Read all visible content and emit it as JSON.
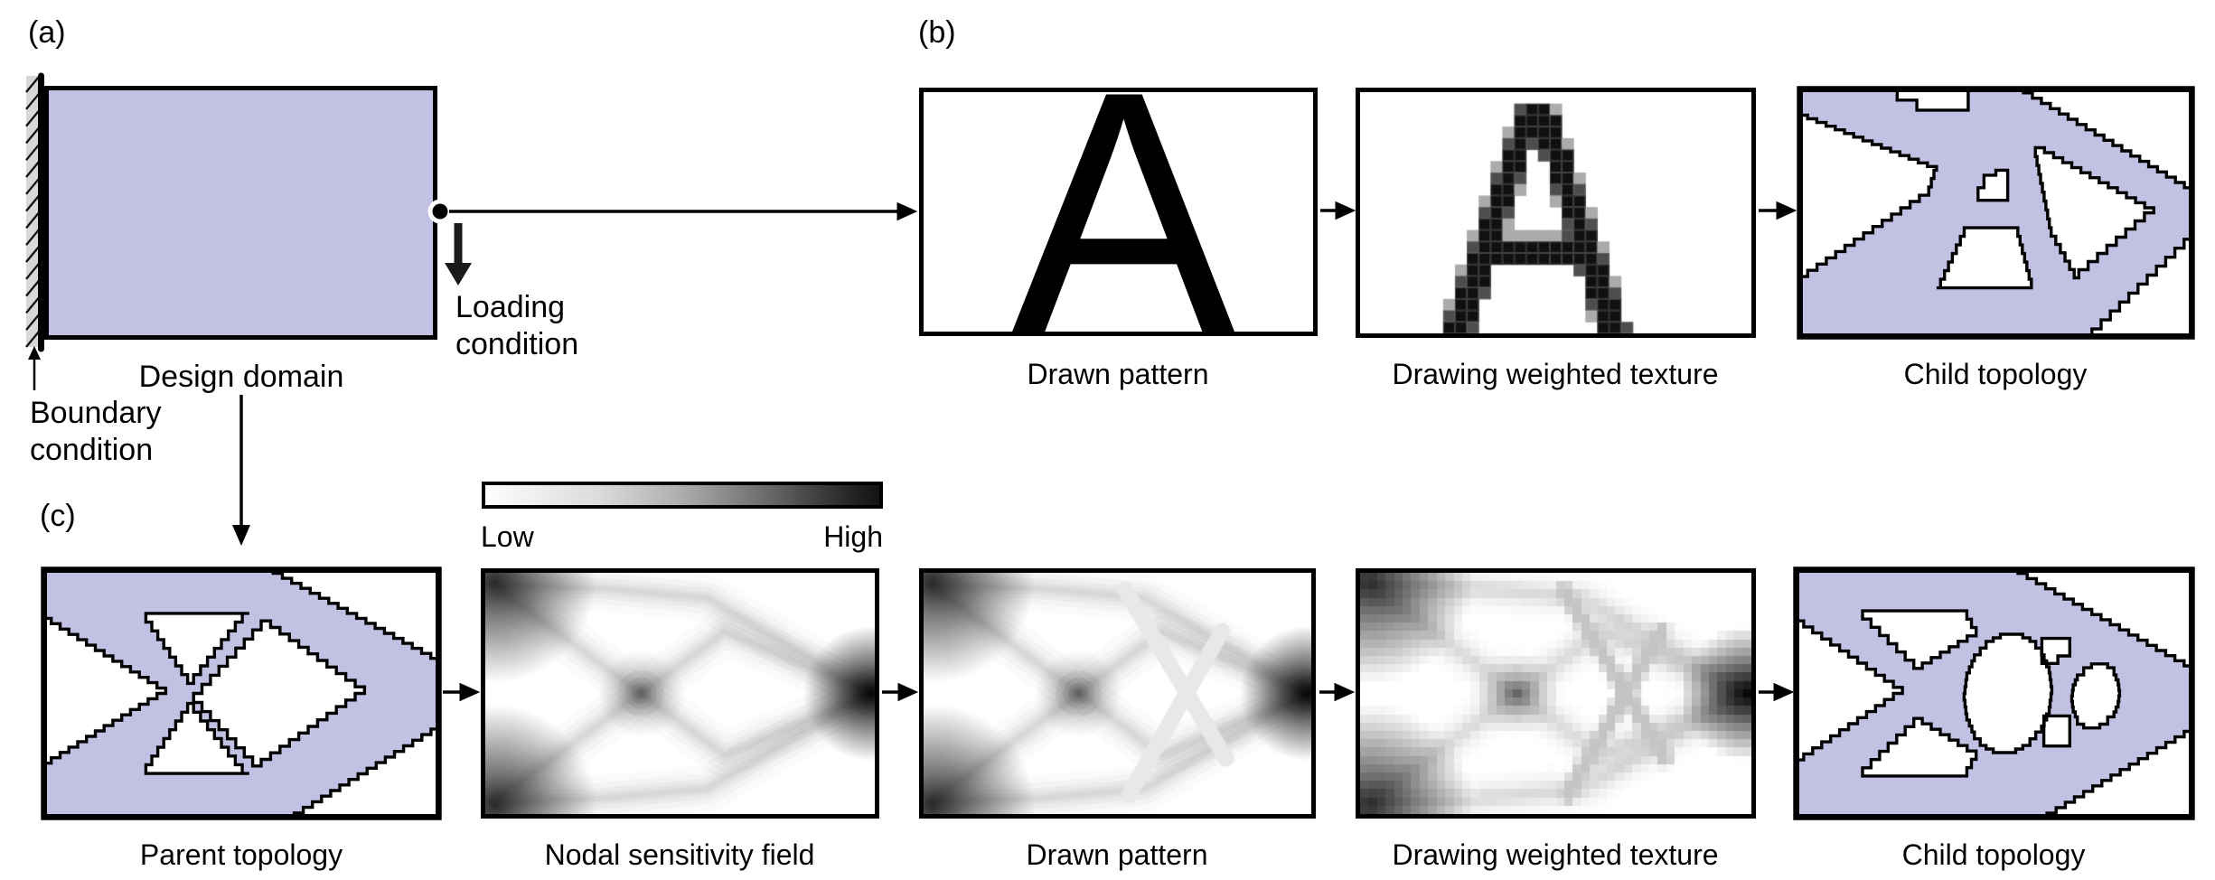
{
  "figure": {
    "sections": {
      "a": "(a)",
      "b": "(b)",
      "c": "(c)"
    },
    "panel_a": {
      "design_domain_label": "Design domain",
      "boundary_condition_label": "Boundary condition",
      "loading_condition_label": "Loading condition"
    },
    "drawn_letter": "A",
    "row_b_labels": [
      "Drawn pattern",
      "Drawing weighted texture",
      "Child topology"
    ],
    "row_c_labels": [
      "Parent topology",
      "Nodal sensitivity field",
      "Drawn pattern",
      "Drawing weighted texture",
      "Child topology"
    ],
    "colorbar": {
      "low": "Low",
      "high": "High"
    },
    "colors": {
      "domain_fill": "#c1c1e4",
      "outline": "#000000",
      "wall_fill": "#d8d8d8",
      "drawn_stroke": "#e8e8e8",
      "pixel_drawn_stroke": "#c4c4c4",
      "field_ink": "#444444"
    }
  }
}
